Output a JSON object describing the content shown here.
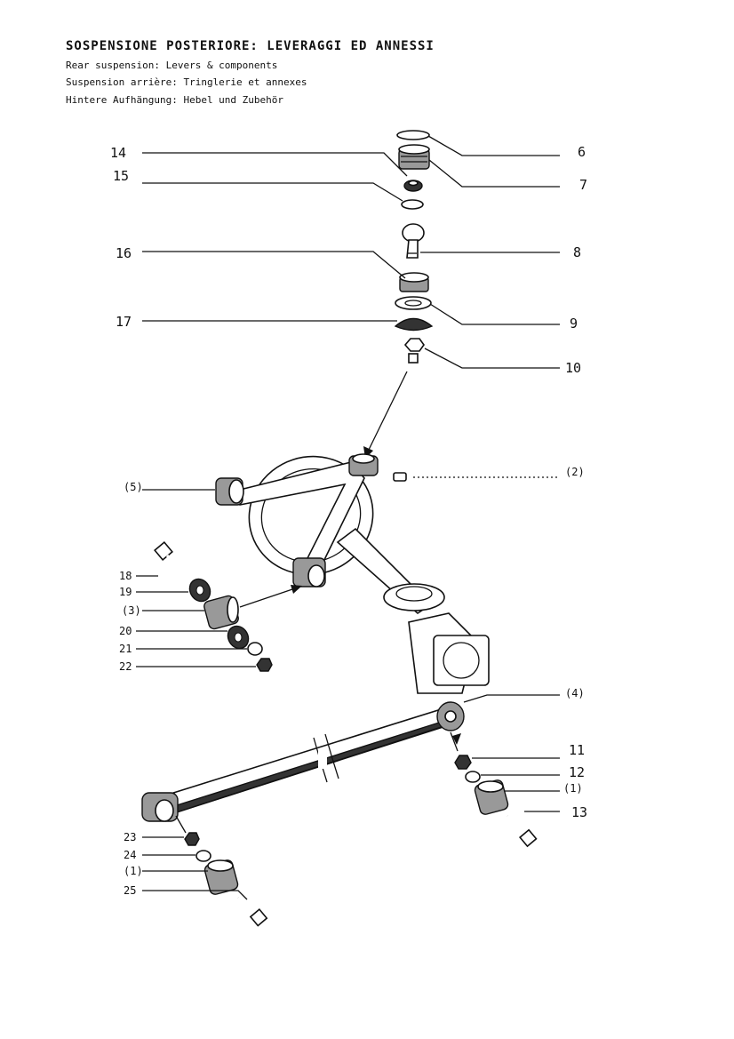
{
  "header": {
    "title": "SOSPENSIONE POSTERIORE: LEVERAGGI ED ANNESSI",
    "en": "Rear suspension: Levers & components",
    "fr": "Suspension arrière: Tringlerie et annexes",
    "de": "Hintere Aufhängung: Hebel und Zubehör"
  },
  "callouts": {
    "p6": "6",
    "p7": "7",
    "p8": "8",
    "p9": "9",
    "p10": "10",
    "p14": "14",
    "p15": "15",
    "p16": "16",
    "p17": "17",
    "p2": "(2)",
    "p5": "(5)",
    "p18": "18",
    "p19": "19",
    "p3": "(3)",
    "p20": "20",
    "p21": "21",
    "p22": "22",
    "p4": "(4)",
    "p11": "11",
    "p12": "12",
    "p1a": "(1)",
    "p13": "13",
    "p23": "23",
    "p24": "24",
    "p1b": "(1)",
    "p25": "25"
  }
}
